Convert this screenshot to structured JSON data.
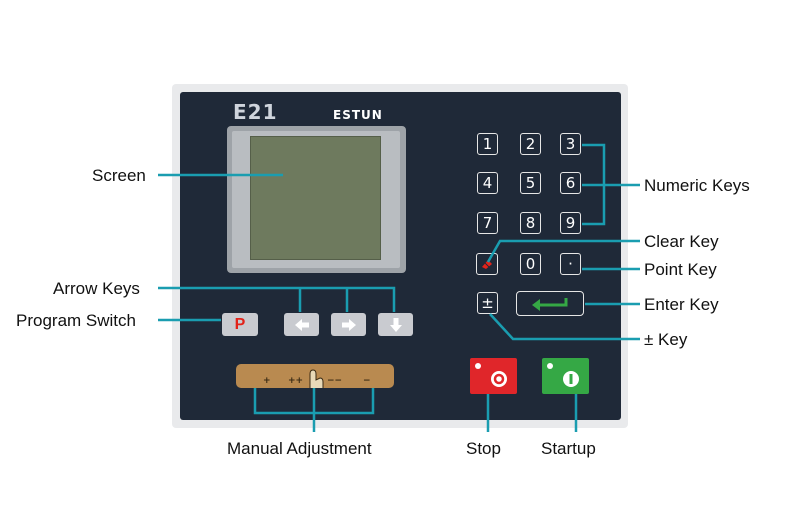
{
  "device": {
    "model": "E21",
    "brand": "ESTUN"
  },
  "keypad": {
    "numeric": [
      "1",
      "2",
      "3",
      "4",
      "5",
      "6",
      "7",
      "8",
      "9"
    ],
    "zero": "0",
    "point": "·",
    "plus_minus": "±"
  },
  "buttons": {
    "program": "P",
    "manual_segments": [
      "+",
      "++",
      "−−",
      "−"
    ]
  },
  "callouts": {
    "screen": "Screen",
    "arrow_keys": "Arrow Keys",
    "program_switch": "Program Switch",
    "manual_adjustment": "Manual Adjustment",
    "stop": "Stop",
    "startup": "Startup",
    "numeric_keys": "Numeric Keys",
    "clear_key": "Clear Key",
    "point_key": "Point Key",
    "enter_key": "Enter Key",
    "plus_minus_key": "± Key"
  },
  "colors": {
    "panel": "#1f2938",
    "callout_line": "#1a9db0",
    "stop": "#e0262a",
    "startup": "#35a845",
    "manual": "#b98a50"
  }
}
